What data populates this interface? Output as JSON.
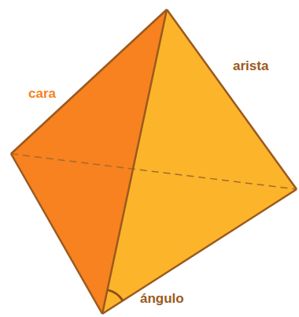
{
  "diagram": {
    "labels": [
      "cara",
      "arista",
      "ángulo"
    ]
  }
}
